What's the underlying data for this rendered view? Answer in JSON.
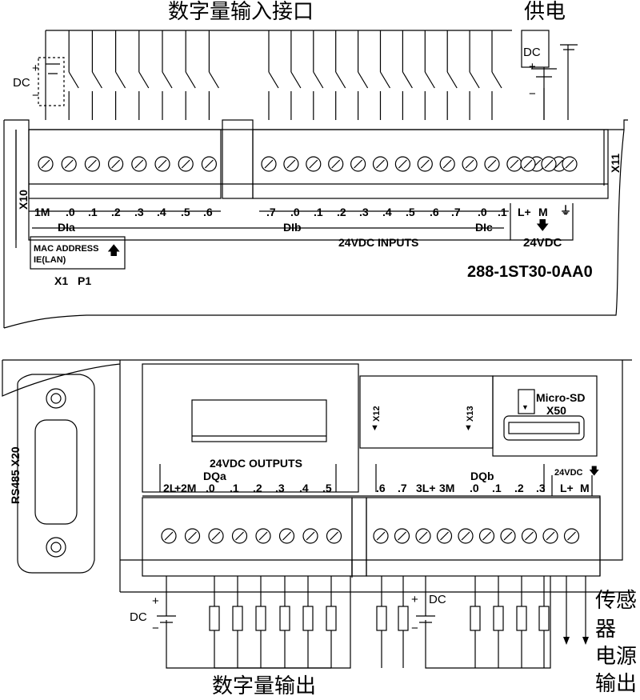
{
  "headings": {
    "digital_input": "数字量输入接口",
    "power_supply": "供电",
    "digital_output": "数字量输出",
    "sensor_power_1": "传感",
    "sensor_power_2": "器",
    "sensor_power_3": "电源",
    "sensor_power_4": "输出"
  },
  "top_module": {
    "connector_x10": "X10",
    "connector_x11": "X11",
    "input_terminals": [
      "1M",
      ".0",
      ".1",
      ".2",
      ".3",
      ".4",
      ".5",
      ".6",
      ".7",
      ".0",
      ".1",
      ".2",
      ".3",
      ".4",
      ".5",
      ".6",
      ".7",
      ".0",
      ".1"
    ],
    "power_terminals": [
      "L+",
      "M",
      "⏚"
    ],
    "group_dia": "DIa",
    "group_dib": "DIb",
    "group_dic": "DIc",
    "inputs_label": "24VDC INPUTS",
    "power_label": "24VDC",
    "mac_address": "MAC ADDRESS",
    "ie_lan": "IE(LAN)",
    "x1": "X1",
    "p1": "P1",
    "part_number": "288-1ST30-0AA0",
    "dc_label": "DC",
    "psu_dc_label": "DC",
    "plus": "+",
    "minus": "−"
  },
  "bottom_module": {
    "rs485": "RS485 X20",
    "x12": "X12",
    "x13": "X13",
    "micro_sd": "Micro-SD",
    "x50": "X50",
    "outputs_label": "24VDC OUTPUTS",
    "group_dqa": "DQa",
    "group_dqb": "DQb",
    "sensor_24vdc": "24VDC",
    "output_terminals_a": [
      "2L",
      "+",
      "2M",
      ".0",
      ".1",
      ".2",
      ".3",
      ".4",
      ".5"
    ],
    "output_terminals_b": [
      ".6",
      ".7",
      "3L+",
      "3M",
      ".0",
      ".1",
      ".2",
      ".3"
    ],
    "sensor_terminals": [
      "L+",
      "M"
    ],
    "dc_left": "DC",
    "dc_right": "DC",
    "plus": "+",
    "minus": "−"
  },
  "colors": {
    "line": "#000000",
    "body_fill": "#ffffff",
    "screw_fill": "#ffffff"
  }
}
